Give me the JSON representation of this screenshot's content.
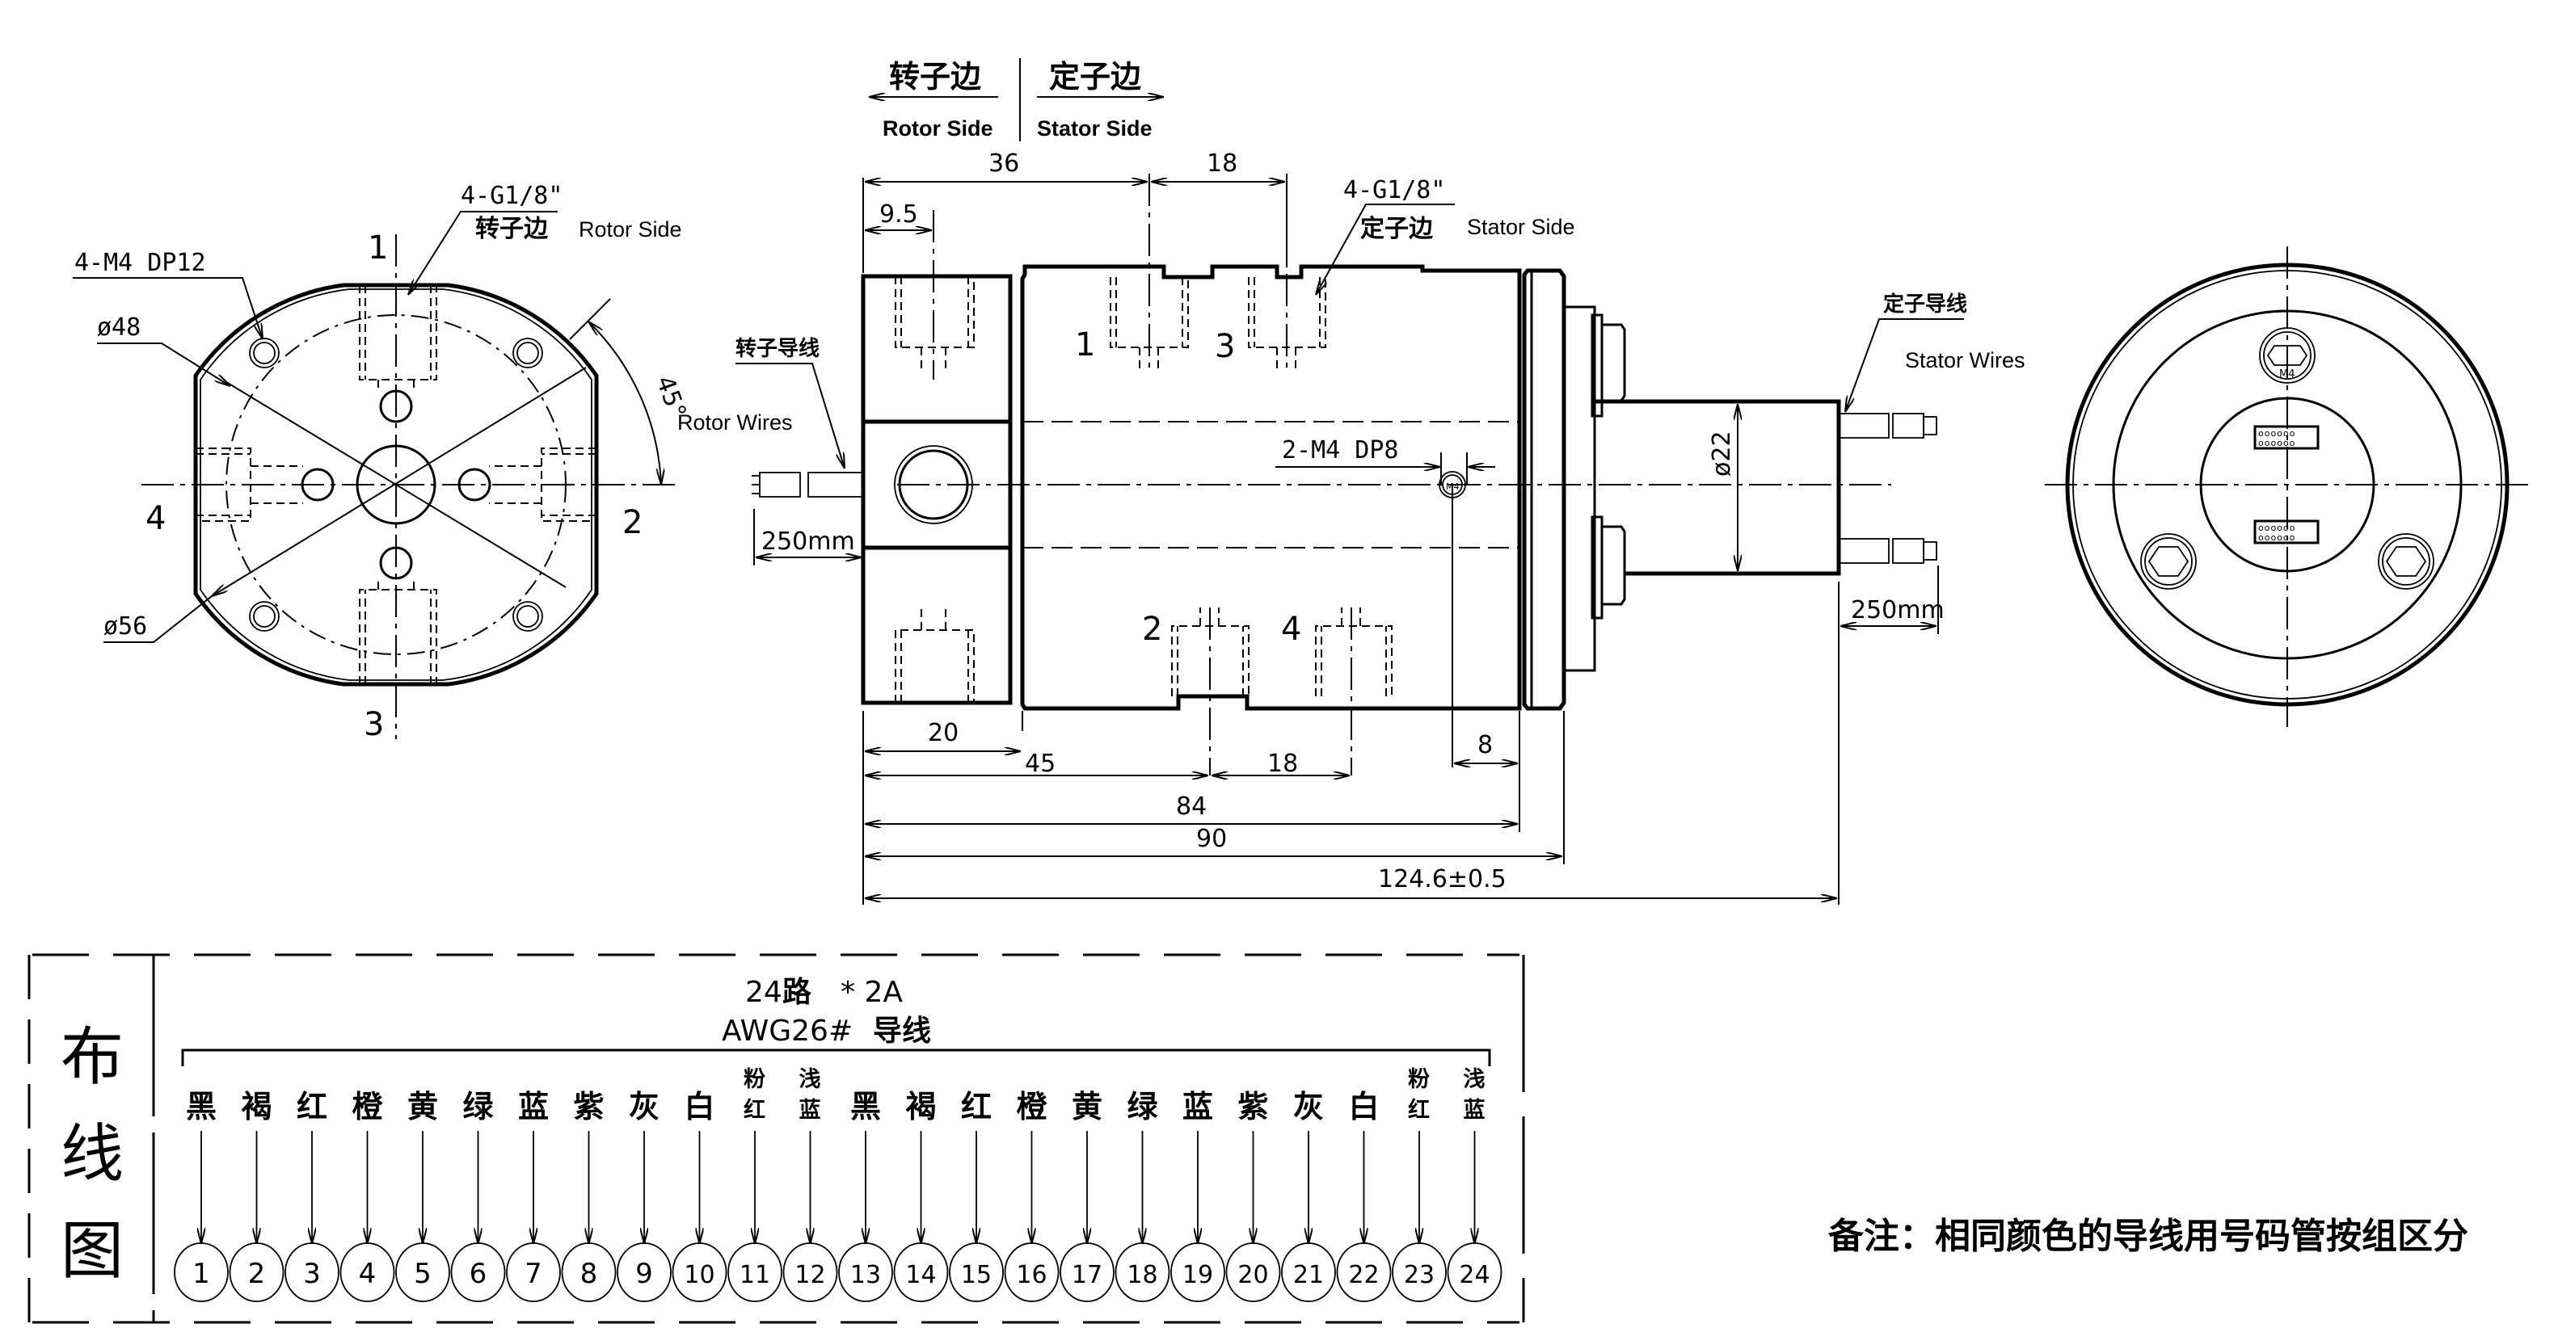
{
  "direction_legend": {
    "rotor_cn": "转子边",
    "rotor_en": "Rotor Side",
    "stator_cn": "定子边",
    "stator_en": "Stator Side"
  },
  "front_view_rotor": {
    "port_callout": "4-G1/8\"",
    "port_side_cn": "转子边",
    "port_side_en": "Rotor Side",
    "screw_callout": "4-M4 DP12",
    "inner_diameter": "ø48",
    "outer_diameter": "ø56",
    "angle": "45°",
    "port_numbers": [
      "1",
      "2",
      "3",
      "4"
    ]
  },
  "side_view": {
    "port_callout": "4-G1/8\"",
    "port_side_cn": "定子边",
    "port_side_en": "Stator Side",
    "screw_callout": "2-M4 DP8",
    "rotor_wires_cn": "转子导线",
    "rotor_wires_en": "Rotor Wires",
    "stator_wires_cn": "定子导线",
    "stator_wires_en": "Stator Wires",
    "stub_diameter": "ø22",
    "rotor_wire_length": "250mm",
    "stator_wire_length": "250mm",
    "port_labels_top": [
      "1",
      "3"
    ],
    "port_labels_bottom": [
      "2",
      "4"
    ],
    "screw_label": "M4",
    "dimensions": {
      "d36": "36",
      "d18_top": "18",
      "d9_5": "9.5",
      "d20": "20",
      "d45": "45",
      "d18_bottom": "18",
      "d8": "8",
      "d84": "84",
      "d90": "90",
      "d124_6": "124.6±0.5"
    }
  },
  "end_view_stator": {
    "screw_label": "M4"
  },
  "wiring_table": {
    "title_chars": [
      "布",
      "线",
      "图"
    ],
    "spec_line1_num": "24",
    "spec_line1_cn": "路",
    "spec_line1_rest": "* 2A",
    "spec_line2_awg": "AWG26#",
    "spec_line2_cn": "导线",
    "wires": [
      {
        "n": "1",
        "color": "黑"
      },
      {
        "n": "2",
        "color": "褐"
      },
      {
        "n": "3",
        "color": "红"
      },
      {
        "n": "4",
        "color": "橙"
      },
      {
        "n": "5",
        "color": "黄"
      },
      {
        "n": "6",
        "color": "绿"
      },
      {
        "n": "7",
        "color": "蓝"
      },
      {
        "n": "8",
        "color": "紫"
      },
      {
        "n": "9",
        "color": "灰"
      },
      {
        "n": "10",
        "color": "白"
      },
      {
        "n": "11",
        "color": "粉红"
      },
      {
        "n": "12",
        "color": "浅蓝"
      },
      {
        "n": "13",
        "color": "黑"
      },
      {
        "n": "14",
        "color": "褐"
      },
      {
        "n": "15",
        "color": "红"
      },
      {
        "n": "16",
        "color": "橙"
      },
      {
        "n": "17",
        "color": "黄"
      },
      {
        "n": "18",
        "color": "绿"
      },
      {
        "n": "19",
        "color": "蓝"
      },
      {
        "n": "20",
        "color": "紫"
      },
      {
        "n": "21",
        "color": "灰"
      },
      {
        "n": "22",
        "color": "白"
      },
      {
        "n": "23",
        "color": "粉红"
      },
      {
        "n": "24",
        "color": "浅蓝"
      }
    ]
  },
  "note": "备注：相同颜色的导线用号码管按组区分"
}
